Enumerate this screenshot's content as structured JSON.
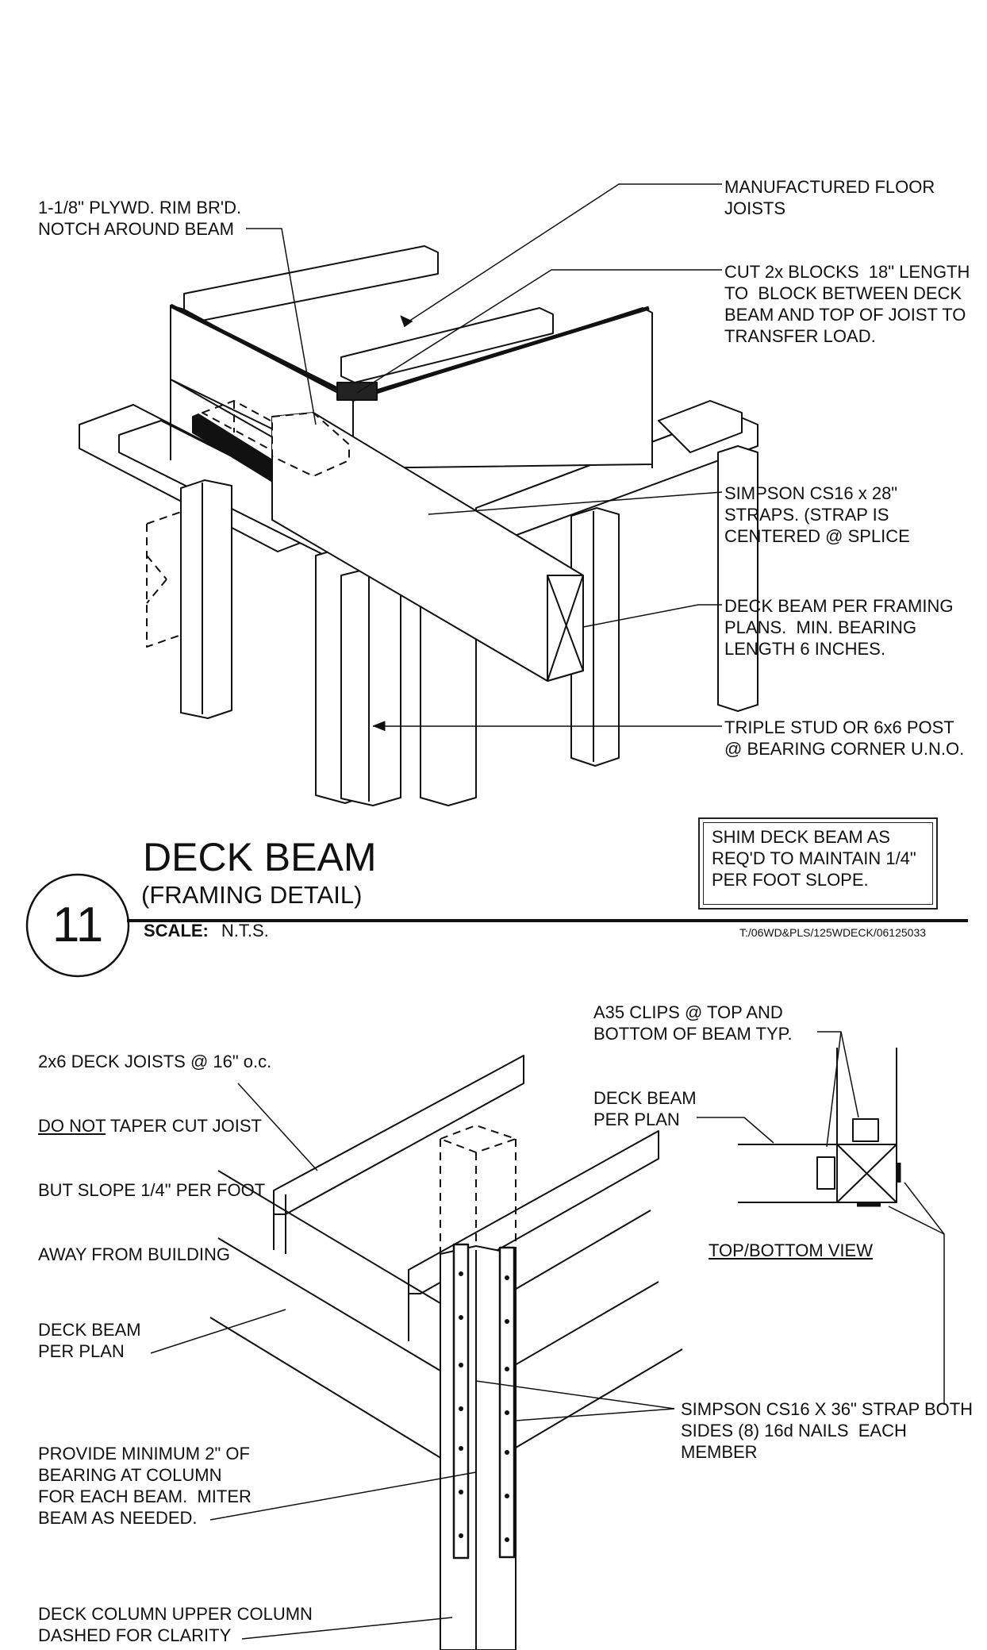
{
  "detail_11": {
    "number": "11",
    "title": "DECK BEAM",
    "subtitle": "(FRAMING DETAIL)",
    "scale_label": "SCALE:",
    "scale_value": "N.T.S.",
    "file_ref": "T:/06WD&PLS/125WDECK/06125033",
    "note_box": "SHIM DECK BEAM AS\nREQ'D TO MAINTAIN 1/4\"\nPER FOOT SLOPE.",
    "callouts": {
      "rim_board": "1-1/8\" PLYWD. RIM BR'D.\nNOTCH AROUND BEAM",
      "floor_joists": "MANUFACTURED FLOOR\nJOISTS",
      "blocks": "CUT 2x BLOCKS  18\" LENGTH\nTO  BLOCK BETWEEN DECK\nBEAM AND TOP OF JOIST TO\nTRANSFER LOAD.",
      "straps": "SIMPSON CS16 x 28\"\nSTRAPS. (STRAP IS\nCENTERED @ SPLICE",
      "deck_beam": "DECK BEAM PER FRAMING\nPLANS.  MIN. BEARING\nLENGTH 6 INCHES.",
      "post": "TRIPLE STUD OR 6x6 POST\n@ BEARING CORNER U.N.O."
    }
  },
  "detail_lower": {
    "joists_line1": "2x6 DECK JOISTS @ 16\" o.c.",
    "joists_line2_underlined": "DO NOT",
    "joists_line2_rest": " TAPER CUT JOIST",
    "joists_line3": "BUT SLOPE 1/4\" PER FOOT",
    "joists_line4": "AWAY FROM BUILDING",
    "clips": "A35 CLIPS @ TOP AND\nBOTTOM OF BEAM TYP.",
    "deck_beam_right": "DECK BEAM\nPER PLAN",
    "view_title": "TOP/BOTTOM VIEW",
    "deck_beam_left": "DECK BEAM\nPER PLAN",
    "strap": "SIMPSON CS16 X 36\" STRAP BOTH\nSIDES (8) 16d NAILS  EACH\nMEMBER",
    "bearing": "PROVIDE MINIMUM 2\" OF\nBEARING AT COLUMN\nFOR EACH BEAM.  MITER\nBEAM AS NEEDED.",
    "column": "DECK COLUMN UPPER COLUMN\nDASHED FOR CLARITY"
  }
}
